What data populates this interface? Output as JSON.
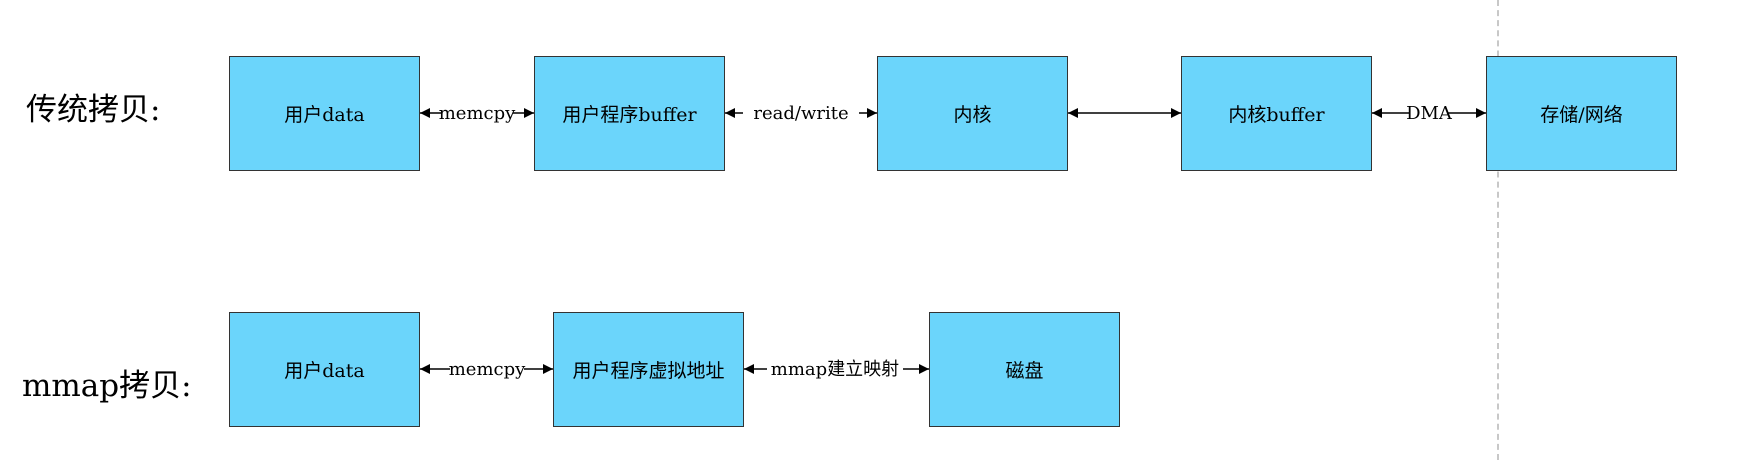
{
  "rows": {
    "traditional": {
      "title": "传统拷贝:",
      "boxes": [
        "用户data",
        "用户程序buffer",
        "内核",
        "内核buffer",
        "存储/网络"
      ],
      "connectors": [
        "memcpy",
        "read/write",
        "",
        "DMA"
      ]
    },
    "mmap": {
      "title": "mmap拷贝:",
      "boxes": [
        "用户data",
        "用户程序虚拟地址",
        "磁盘"
      ],
      "connectors": [
        "memcpy",
        "mmap建立映射"
      ]
    }
  },
  "colors": {
    "box_fill": "#6bd5fb",
    "box_border": "#333333",
    "arrow": "#000000",
    "divider": "#c8c8c8"
  }
}
